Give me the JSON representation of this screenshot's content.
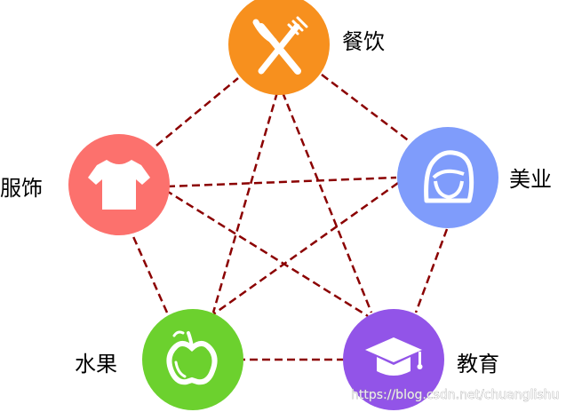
{
  "nodes": {
    "food": {
      "label": "餐饮",
      "color": "#f7901e",
      "icon": "fork-knife-icon"
    },
    "beauty": {
      "label": "美业",
      "color": "#7f9cfb",
      "icon": "woman-face-icon"
    },
    "education": {
      "label": "教育",
      "color": "#9254e8",
      "icon": "graduation-cap-icon"
    },
    "fruit": {
      "label": "水果",
      "color": "#6cd12e",
      "icon": "apple-icon"
    },
    "clothing": {
      "label": "服饰",
      "color": "#fc716d",
      "icon": "tshirt-icon"
    }
  },
  "edge_color": "#8b0000",
  "watermark": "https://blog.csdn.net/chuanglishu"
}
